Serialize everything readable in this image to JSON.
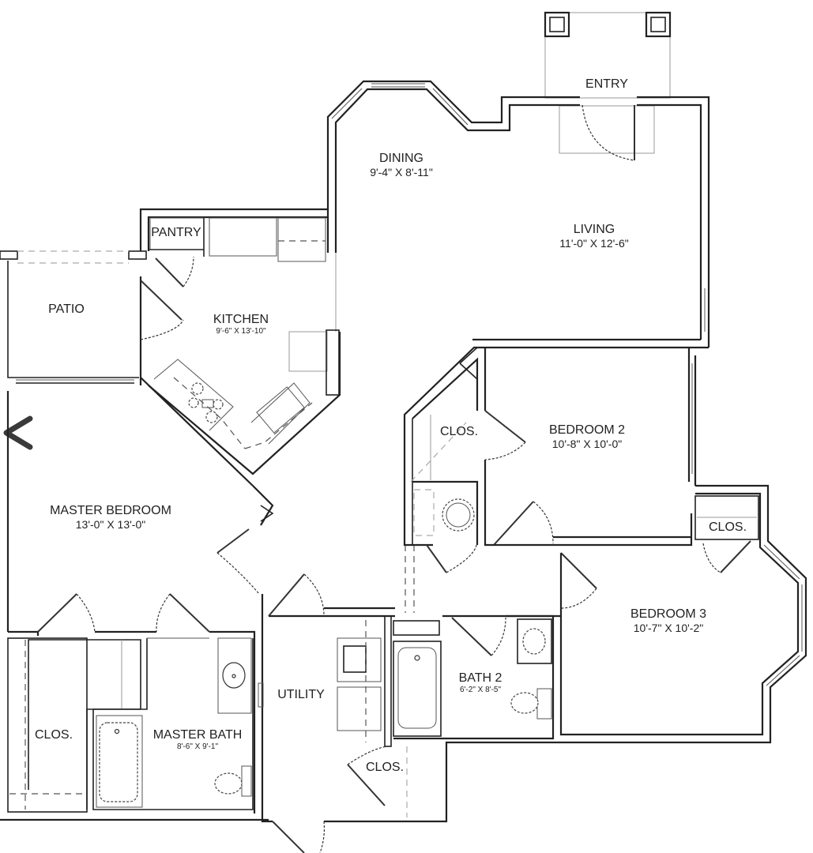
{
  "floorplan": {
    "rooms": [
      {
        "id": "entry",
        "name": "ENTRY",
        "dims": ""
      },
      {
        "id": "dining",
        "name": "DINING",
        "dims": "9'-4\" X 8'-11\""
      },
      {
        "id": "living",
        "name": "LIVING",
        "dims": "11'-0\" X 12'-6\""
      },
      {
        "id": "pantry",
        "name": "PANTRY",
        "dims": ""
      },
      {
        "id": "kitchen",
        "name": "KITCHEN",
        "dims": "9'-6\" X 13'-10\""
      },
      {
        "id": "patio",
        "name": "PATIO",
        "dims": ""
      },
      {
        "id": "master_bedroom",
        "name": "MASTER BEDROOM",
        "dims": "13'-0\" X 13'-0\""
      },
      {
        "id": "bedroom2",
        "name": "BEDROOM 2",
        "dims": "10'-8\" X 10'-0\""
      },
      {
        "id": "bedroom2_closet",
        "name": "CLOS.",
        "dims": ""
      },
      {
        "id": "bedroom3",
        "name": "BEDROOM 3",
        "dims": "10'-7\" X 10'-2\""
      },
      {
        "id": "bedroom3_closet",
        "name": "CLOS.",
        "dims": ""
      },
      {
        "id": "utility",
        "name": "UTILITY",
        "dims": ""
      },
      {
        "id": "utility_closet",
        "name": "CLOS.",
        "dims": ""
      },
      {
        "id": "bath2",
        "name": "BATH 2",
        "dims": "6'-2\" X 8'-5\""
      },
      {
        "id": "master_closet",
        "name": "CLOS.",
        "dims": ""
      },
      {
        "id": "master_bath",
        "name": "MASTER BATH",
        "dims": "8'-6\" X 9'-1\""
      }
    ]
  },
  "nav": {
    "back_icon": "chevron-left-icon"
  }
}
